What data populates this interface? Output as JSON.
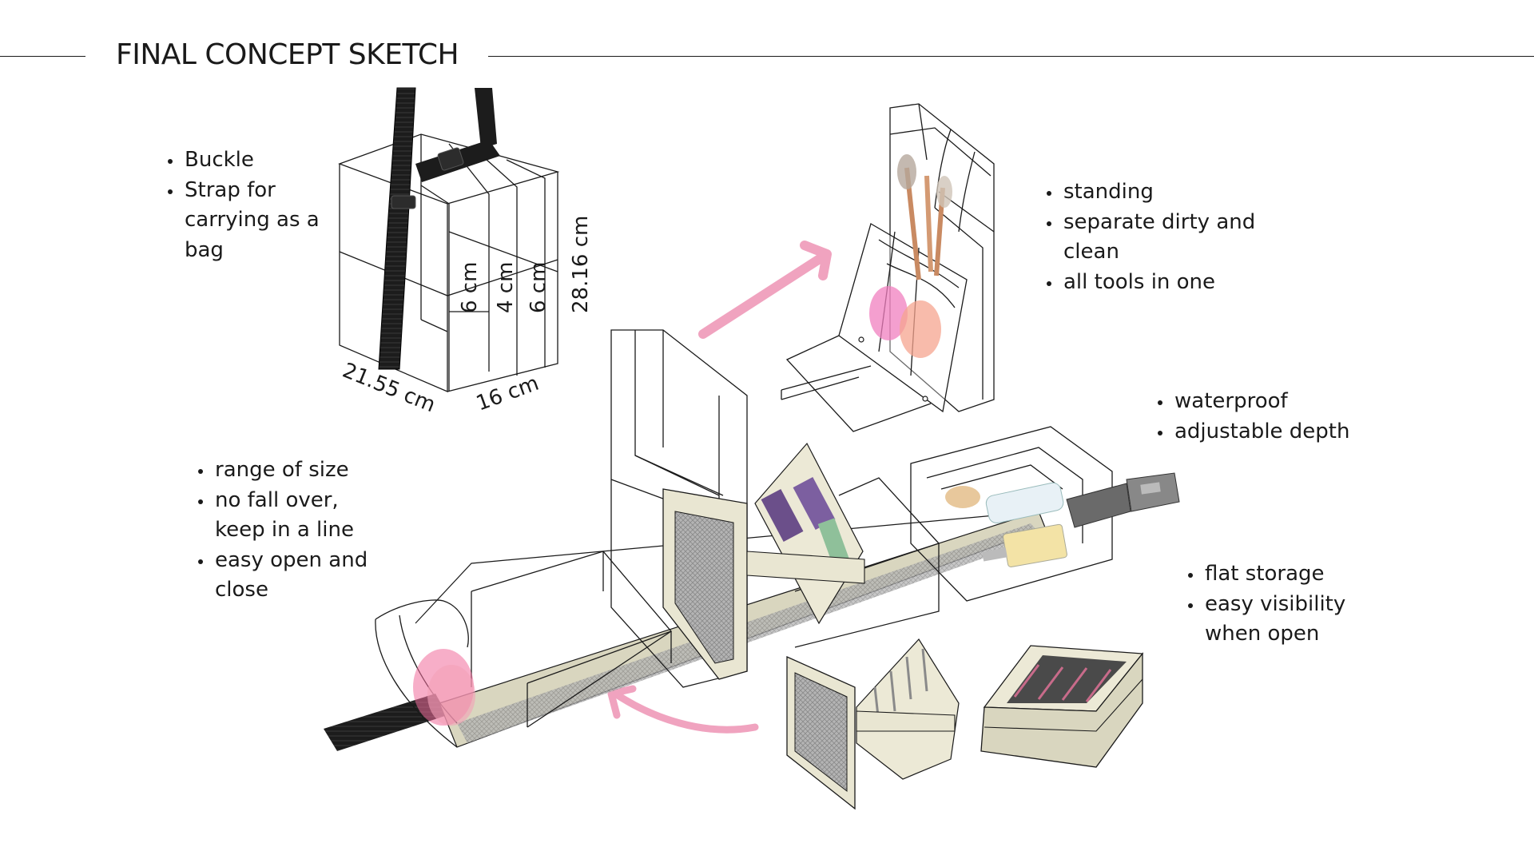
{
  "title": "FINAL CONCEPT SKETCH",
  "colors": {
    "accent_arrow": "#f0a3bf",
    "panel_fill": "#d9d6bf",
    "strap": "#1c1c1c",
    "mesh": "#9d9d9d"
  },
  "notes": {
    "bag": [
      "Buckle",
      "Strap for carrying as a bag"
    ],
    "stand": [
      "standing",
      "separate dirty and clean",
      "all tools in one"
    ],
    "tray": [
      "waterproof",
      "adjustable depth"
    ],
    "compartments": [
      "range of size",
      "no fall over, keep in a line",
      "easy open and close"
    ],
    "flat": [
      "flat storage",
      "easy visibility when open"
    ]
  },
  "dimensions": {
    "height": "28.16 cm",
    "length": "21.55 cm",
    "width": "16 cm",
    "section_1": "6 cm",
    "section_2": "4 cm",
    "section_3": "6 cm"
  }
}
